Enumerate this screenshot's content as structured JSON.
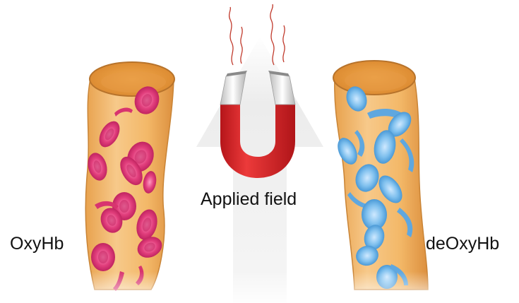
{
  "labels": {
    "left": "OxyHb",
    "right": "deOxyHb",
    "center": "Applied field"
  },
  "colors": {
    "vessel": "#f2b25e",
    "vessel_dark": "#d88a3a",
    "oxy_cell": "#e0407a",
    "deoxy_cell": "#6fb4e8",
    "magnet_red": "#d8262a",
    "magnet_silver": "#e8e8e8",
    "field_arrow": "#e9e9e9"
  },
  "icons": [
    "blood-vessel",
    "red-blood-cell",
    "sickle-cell",
    "horseshoe-magnet",
    "heat-wave",
    "field-arrow"
  ]
}
